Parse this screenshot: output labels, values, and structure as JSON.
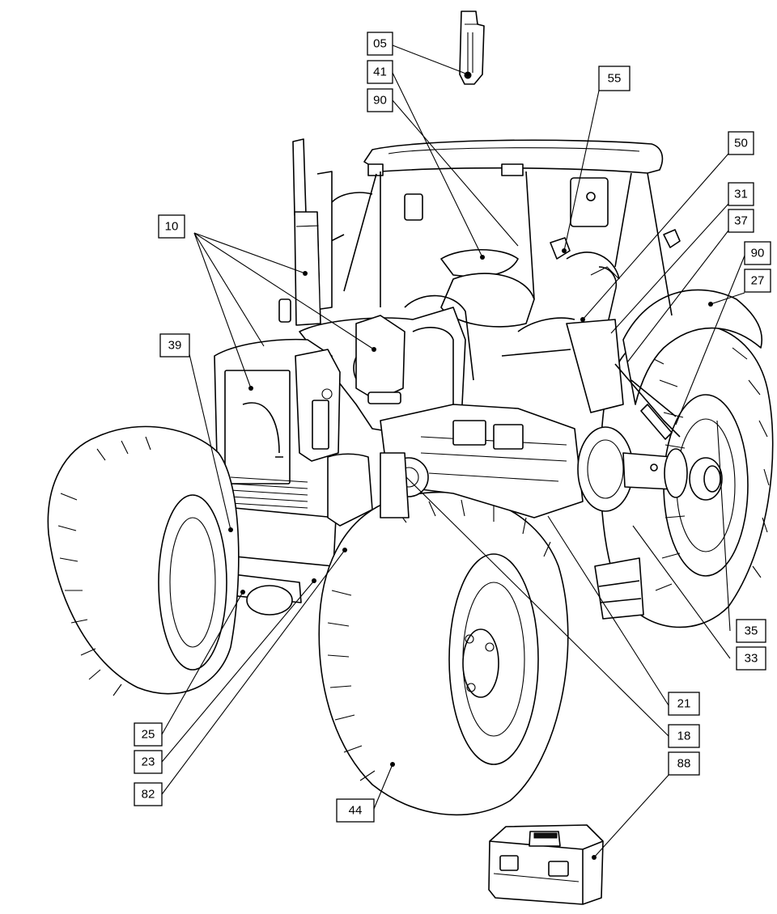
{
  "diagram": {
    "colors": {
      "line": "#000000",
      "background": "#ffffff"
    },
    "callouts": [
      {
        "id": "c05",
        "label": "05"
      },
      {
        "id": "c41",
        "label": "41"
      },
      {
        "id": "c90a",
        "label": "90"
      },
      {
        "id": "c55",
        "label": "55"
      },
      {
        "id": "c50",
        "label": "50"
      },
      {
        "id": "c31",
        "label": "31"
      },
      {
        "id": "c37",
        "label": "37"
      },
      {
        "id": "c90b",
        "label": "90"
      },
      {
        "id": "c27",
        "label": "27"
      },
      {
        "id": "c10",
        "label": "10"
      },
      {
        "id": "c39",
        "label": "39"
      },
      {
        "id": "c35",
        "label": "35"
      },
      {
        "id": "c33",
        "label": "33"
      },
      {
        "id": "c21",
        "label": "21"
      },
      {
        "id": "c18",
        "label": "18"
      },
      {
        "id": "c88",
        "label": "88"
      },
      {
        "id": "c44",
        "label": "44"
      },
      {
        "id": "c25",
        "label": "25"
      },
      {
        "id": "c23",
        "label": "23"
      },
      {
        "id": "c82",
        "label": "82"
      }
    ]
  }
}
